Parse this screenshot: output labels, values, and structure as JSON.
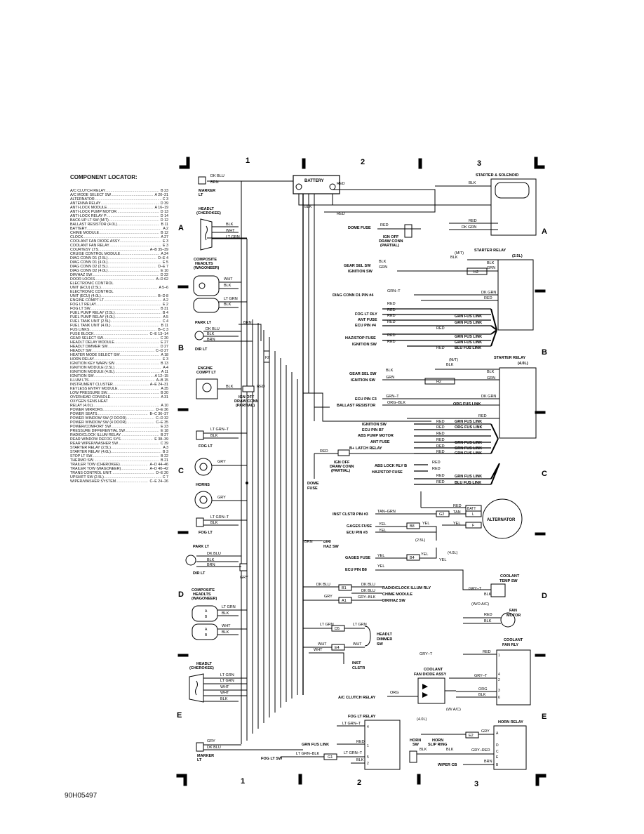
{
  "diagram_code": "90H05497",
  "grid": {
    "columns": [
      "1",
      "2",
      "3"
    ],
    "rows": [
      "A",
      "B",
      "C",
      "D",
      "E"
    ]
  },
  "locator": {
    "title": "COMPONENT LOCATOR:",
    "items": [
      {
        "name": "A/C CLUTCH RELAY",
        "ref": "B 23"
      },
      {
        "name": "A/C MODE SELECT SW",
        "ref": "A 20–21"
      },
      {
        "name": "ALTERNATOR",
        "ref": "C 3"
      },
      {
        "name": "ANTENNA RELAY",
        "ref": "D 39"
      },
      {
        "name": "ANTI-LOCK MODULE",
        "ref": "A 16–19"
      },
      {
        "name": "ANTI-LOCK PUMP MOTOR",
        "ref": "D 13"
      },
      {
        "name": "ANTI-LOCK RELAY P",
        "ref": "D 14"
      },
      {
        "name": "BACK-UP LT SW (M/T)",
        "ref": "D 12"
      },
      {
        "name": "BALLAST RESISTOR (4.0L)",
        "ref": "B 11"
      },
      {
        "name": "BATTERY",
        "ref": "A 2"
      },
      {
        "name": "CHIME MODULE",
        "ref": "B 12"
      },
      {
        "name": "CLOCK",
        "ref": "A 27"
      },
      {
        "name": "COOLANT FAN DIODE ASSY",
        "ref": "E 3"
      },
      {
        "name": "COOLANT FAN RELAY",
        "ref": "E 3"
      },
      {
        "name": "COURTESY LTS",
        "ref": "A–B 35–39"
      },
      {
        "name": "CRUISE CONTROL MODULE",
        "ref": "A 24"
      },
      {
        "name": "DIAG CONN D1 (2.5L)",
        "ref": "D–E 4"
      },
      {
        "name": "DIAG CONN D1 (4.0L)",
        "ref": "E 5"
      },
      {
        "name": "DIAG CONN D2 (2.5L)",
        "ref": "D–E 7"
      },
      {
        "name": "DIAG CONN D2 (4.0L)",
        "ref": "E 10"
      },
      {
        "name": "DIR/HAZ SW",
        "ref": "D 22"
      },
      {
        "name": "DOOR LOCKS",
        "ref": "A–D 62"
      },
      {
        "name": "ELECTRONIC CONTROL",
        "ref": ""
      },
      {
        "name": "  UNIT (ECU) (2.5L)",
        "ref": "A 5–6"
      },
      {
        "name": "ELECTRONIC CONTROL",
        "ref": ""
      },
      {
        "name": "  UNIT (ECU) (4.0L)",
        "ref": "B–D 8"
      },
      {
        "name": "ENGINE COMPT LT",
        "ref": "A 2"
      },
      {
        "name": "FOG LT RELAY",
        "ref": "E 2"
      },
      {
        "name": "FOG LT SW",
        "ref": "B 31"
      },
      {
        "name": "FUEL PUMP RELAY (2.5L)",
        "ref": "B 4"
      },
      {
        "name": "FUEL PUMP RELAY (4.0L)",
        "ref": "A 5"
      },
      {
        "name": "FUEL TANK UNIT (2.5L)",
        "ref": "C 4"
      },
      {
        "name": "FUEL TANK UNIT (4.0L)",
        "ref": "B 11"
      },
      {
        "name": "FUS LINKS",
        "ref": "B–C 3"
      },
      {
        "name": "FUSE BLOCK",
        "ref": "C–E 13–14"
      },
      {
        "name": "GEAR SELECT SW",
        "ref": "C 20"
      },
      {
        "name": "HEADLT DELAY MODULE",
        "ref": "E 27"
      },
      {
        "name": "HEADLT DIMMER SW",
        "ref": "D 27"
      },
      {
        "name": "HEADLT SW",
        "ref": "C–D 27"
      },
      {
        "name": "HEATER MODE SELECT SW",
        "ref": "A 18"
      },
      {
        "name": "HORN RELAY",
        "ref": "E 3"
      },
      {
        "name": "IGNITION KEY WARN SW",
        "ref": "B 13"
      },
      {
        "name": "IGNITION MODULE (2.5L)",
        "ref": "A 4"
      },
      {
        "name": "IGNITION MODULE (4.0L)",
        "ref": "A 11"
      },
      {
        "name": "IGNITION SW",
        "ref": "A 12–15"
      },
      {
        "name": "ILLUM LTS",
        "ref": "A–B 15"
      },
      {
        "name": "INSTRUMENT CLUSTER",
        "ref": "A–E 24–31"
      },
      {
        "name": "KEYLESS ENTRY MODULE",
        "ref": "A 35"
      },
      {
        "name": "LOW PRESSURE SW",
        "ref": "B 20"
      },
      {
        "name": "OVERHEAD CONSOLE",
        "ref": "A 31"
      },
      {
        "name": "OXYGEN SENS HEAT",
        "ref": ""
      },
      {
        "name": "  RELAY (4.0L)",
        "ref": "A 10"
      },
      {
        "name": "POWER MIRRORS",
        "ref": "D–E 36"
      },
      {
        "name": "POWER SEATS",
        "ref": "B–C 36–37"
      },
      {
        "name": "POWER WINDOW SW (2 DOOR)",
        "ref": "C–D 32"
      },
      {
        "name": "POWER WINDOW SW (4 DOOR)",
        "ref": "C–E 35"
      },
      {
        "name": "POWER/COMFORT SW",
        "ref": "E 23"
      },
      {
        "name": "PRESSURE DIFFERENTIAL SW",
        "ref": "E 18"
      },
      {
        "name": "RADIO/CLOCK ILLUM RELAY",
        "ref": "B 27"
      },
      {
        "name": "REAR WINDOW DEFOG SYS",
        "ref": "E 38–39"
      },
      {
        "name": "REAR WIPER/WASHER SW",
        "ref": "C 39"
      },
      {
        "name": "STARTER RELAY (2.5L)",
        "ref": "A 3"
      },
      {
        "name": "STARTER RELAY (4.0L)",
        "ref": "B 3"
      },
      {
        "name": "STOP LT SW",
        "ref": "B 22"
      },
      {
        "name": "THERMO SW",
        "ref": "B 21"
      },
      {
        "name": "TRAILER TOW (CHEROKEE)",
        "ref": "A–D 44–46"
      },
      {
        "name": "TRAILER TOW (WAGONEER)",
        "ref": "A–D 40–42"
      },
      {
        "name": "TRANS CONTROL UNIT",
        "ref": "D–E 20"
      },
      {
        "name": "UPSHIFT SW (2.5L)",
        "ref": "C 7"
      },
      {
        "name": "WIPER/WASHER SYSTEM",
        "ref": "C–E 24–26"
      }
    ]
  },
  "components": {
    "battery": "BATTERY",
    "starter_solenoid": "STARTER & SOLENOID",
    "marker_lt_top": [
      "MARKER",
      "LT"
    ],
    "headlt_cherokee_top": [
      "HEADLT",
      "(CHEROKEE)"
    ],
    "composite_headlts_top": [
      "COMPOSITE",
      "HEADLTS",
      "(WAGONEER)"
    ],
    "park_lt_top": "PARK LT",
    "dir_lt_top": "DIR LT",
    "engine_compt_lt": [
      "ENGINE",
      "COMPT LT"
    ],
    "ign_off_draw_conn_left": [
      "IGN OFF",
      "DRAW CONN",
      "(PARTIAL)"
    ],
    "fog_lt_top": "FOG LT",
    "horns": "HORNS",
    "fog_lt_bottom": "FOG LT",
    "park_lt_bottom": "PARK LT",
    "dir_lt_bottom": "DIR LT",
    "composite_headlts_bottom": [
      "COMPOSITE",
      "HEADLTS",
      "(WAGONEER)"
    ],
    "headlt_cherokee_bottom": [
      "HEADLT",
      "(CHEROKEE)"
    ],
    "marker_lt_bottom": [
      "MARKER",
      "LT"
    ],
    "dome_fuse_top": "DOME FUSE",
    "ign_off_draw_conn_top": [
      "IGN OFF",
      "DRAW CONN",
      "(PARTIAL)"
    ],
    "starter_relay_25": [
      "STARTER RELAY",
      "(2.5L)"
    ],
    "starter_relay_40": [
      "STARTER RELAY",
      "(4.0L)"
    ],
    "ign_off_draw_conn_mid": [
      "IGN OFF",
      "DRAW CONN",
      "(PARTIAL)"
    ],
    "dome_fuse_mid": [
      "DOME",
      "FUSE"
    ],
    "alternator": "ALTERNATOR",
    "coolant_temp_sw": [
      "COOLANT",
      "TEMP SW"
    ],
    "fan_motor": [
      "FAN",
      "MOTOR"
    ],
    "coolant_fan_rly": [
      "COOLANT",
      "FAN RLY"
    ],
    "coolant_fan_diode_assy": [
      "COOLANT",
      "FAN DIODE ASSY"
    ],
    "headlt_dimmer_sw": [
      "HEADLT",
      "DIMMER",
      "SW"
    ],
    "inst_clstr": [
      "INST",
      "CLSTR"
    ],
    "fog_lt_relay": "FOG LT RELAY",
    "horn_relay": "HORN RELAY",
    "horn_sw": [
      "HORN",
      "SW"
    ],
    "horn_slip_ring": [
      "HORN",
      "SLIP RING"
    ],
    "radio_clock_illum_rly": "RADIO/CLOCK ILLUM RLY",
    "chime_module": "CHIME MODULE",
    "dir_haz_sw": "DIR/HAZ SW",
    "dir_haz_sw_left": [
      "DIR/",
      "HAZ SW"
    ]
  },
  "pin_labels": {
    "dome_fuse": "DOME FUSE",
    "gear_sel_sw": "GEAR SEL SW",
    "ignition_sw": "IGNITION SW",
    "diag_conn_d1_pin4": "DIAG CONN D1 PIN #4",
    "fog_lt_rly": "FOG LT RLY",
    "ant_fuse": "ANT FUSE",
    "ecu_pin4": "ECU PIN #4",
    "haz_stop_fuse": "HAZ/STOP FUSE",
    "ignition_sw_b": "IGNITION SW",
    "gear_sel_sw_b": "GEAR SEL SW",
    "ignition_sw_c": "IGNITION SW",
    "ecu_pin_c3": "ECU PIN C3",
    "ballast_resistor": "BALLAST RESISTOR",
    "ignition_sw_d": "IGNITION SW",
    "ecu_pin_b7": "ECU PIN B7",
    "abs_pump_motor": "ABS PUMP MOTOR",
    "ant_fuse_b": "ANT FUSE",
    "b_latch_relay": "B+ LATCH RELAY",
    "abs_lock_rly_b": "ABS LOCK RLY B",
    "haz_stop_fuse_b": "HAZ/STOP FUSE",
    "inst_clstr_pin3": "INST CLSTR PIN #3",
    "gages_fuse": "GAGES FUSE",
    "ecu_pin3": "ECU PIN #3",
    "gages_fuse_b": "GAGES FUSE",
    "ecu_pin_b8": "ECU PIN B8",
    "ac_clutch_relay": "A/C CLUTCH RELAY",
    "grn_fus_link": "GRN FUS LINK",
    "fog_lt_sw": "FOG LT SW",
    "wiper_cb": "WIPER CB"
  },
  "wire_colors": {
    "dk_blu": "DK BLU",
    "brn": "BRN",
    "blk": "BLK",
    "wht": "WHT",
    "lt_grn": "LT GRN",
    "red": "RED",
    "grn": "GRN",
    "grn_t": "GRN–T",
    "org_blk": "ORG–BLK",
    "lt_grn_t": "LT GRN–T",
    "gry": "GRY",
    "tan_grn": "TAN–GRN",
    "tan": "TAN",
    "yel": "YEL",
    "gry_blk": "GRY–BLK",
    "gry_t": "GRY–T",
    "org": "ORG",
    "lt_grn_blk": "LT GRN–BLK",
    "gry_red": "GRY–RED",
    "dk_grn": "DK GRN"
  },
  "fusible_links": {
    "grn": "GRN FUS LINK",
    "blu": "BLU FUS LINK",
    "org": "ORG FUS LINK"
  },
  "connectors": {
    "h2": "H2",
    "f2": "F2",
    "g2": "G2",
    "b8": "B8",
    "b4": "B4",
    "b1": "B1",
    "a1": "A1",
    "d5": "D5",
    "e4": "E4",
    "e2": "E2",
    "g1": "G1"
  },
  "notes": {
    "mt": "(M/T)",
    "l25": "(2.5L)",
    "l40": "(4.0L)",
    "wo_ac": "(W/O A/C)",
    "w_ac": "(W/ A/C)"
  },
  "terminals": {
    "batt": "BATT",
    "l": "L",
    "f": "F",
    "relay_nums": [
      "1",
      "2",
      "3",
      "4",
      "5",
      "6"
    ],
    "horn_letters": [
      "A",
      "B",
      "C",
      "D",
      "E"
    ],
    "ab": [
      "A",
      "B"
    ]
  }
}
